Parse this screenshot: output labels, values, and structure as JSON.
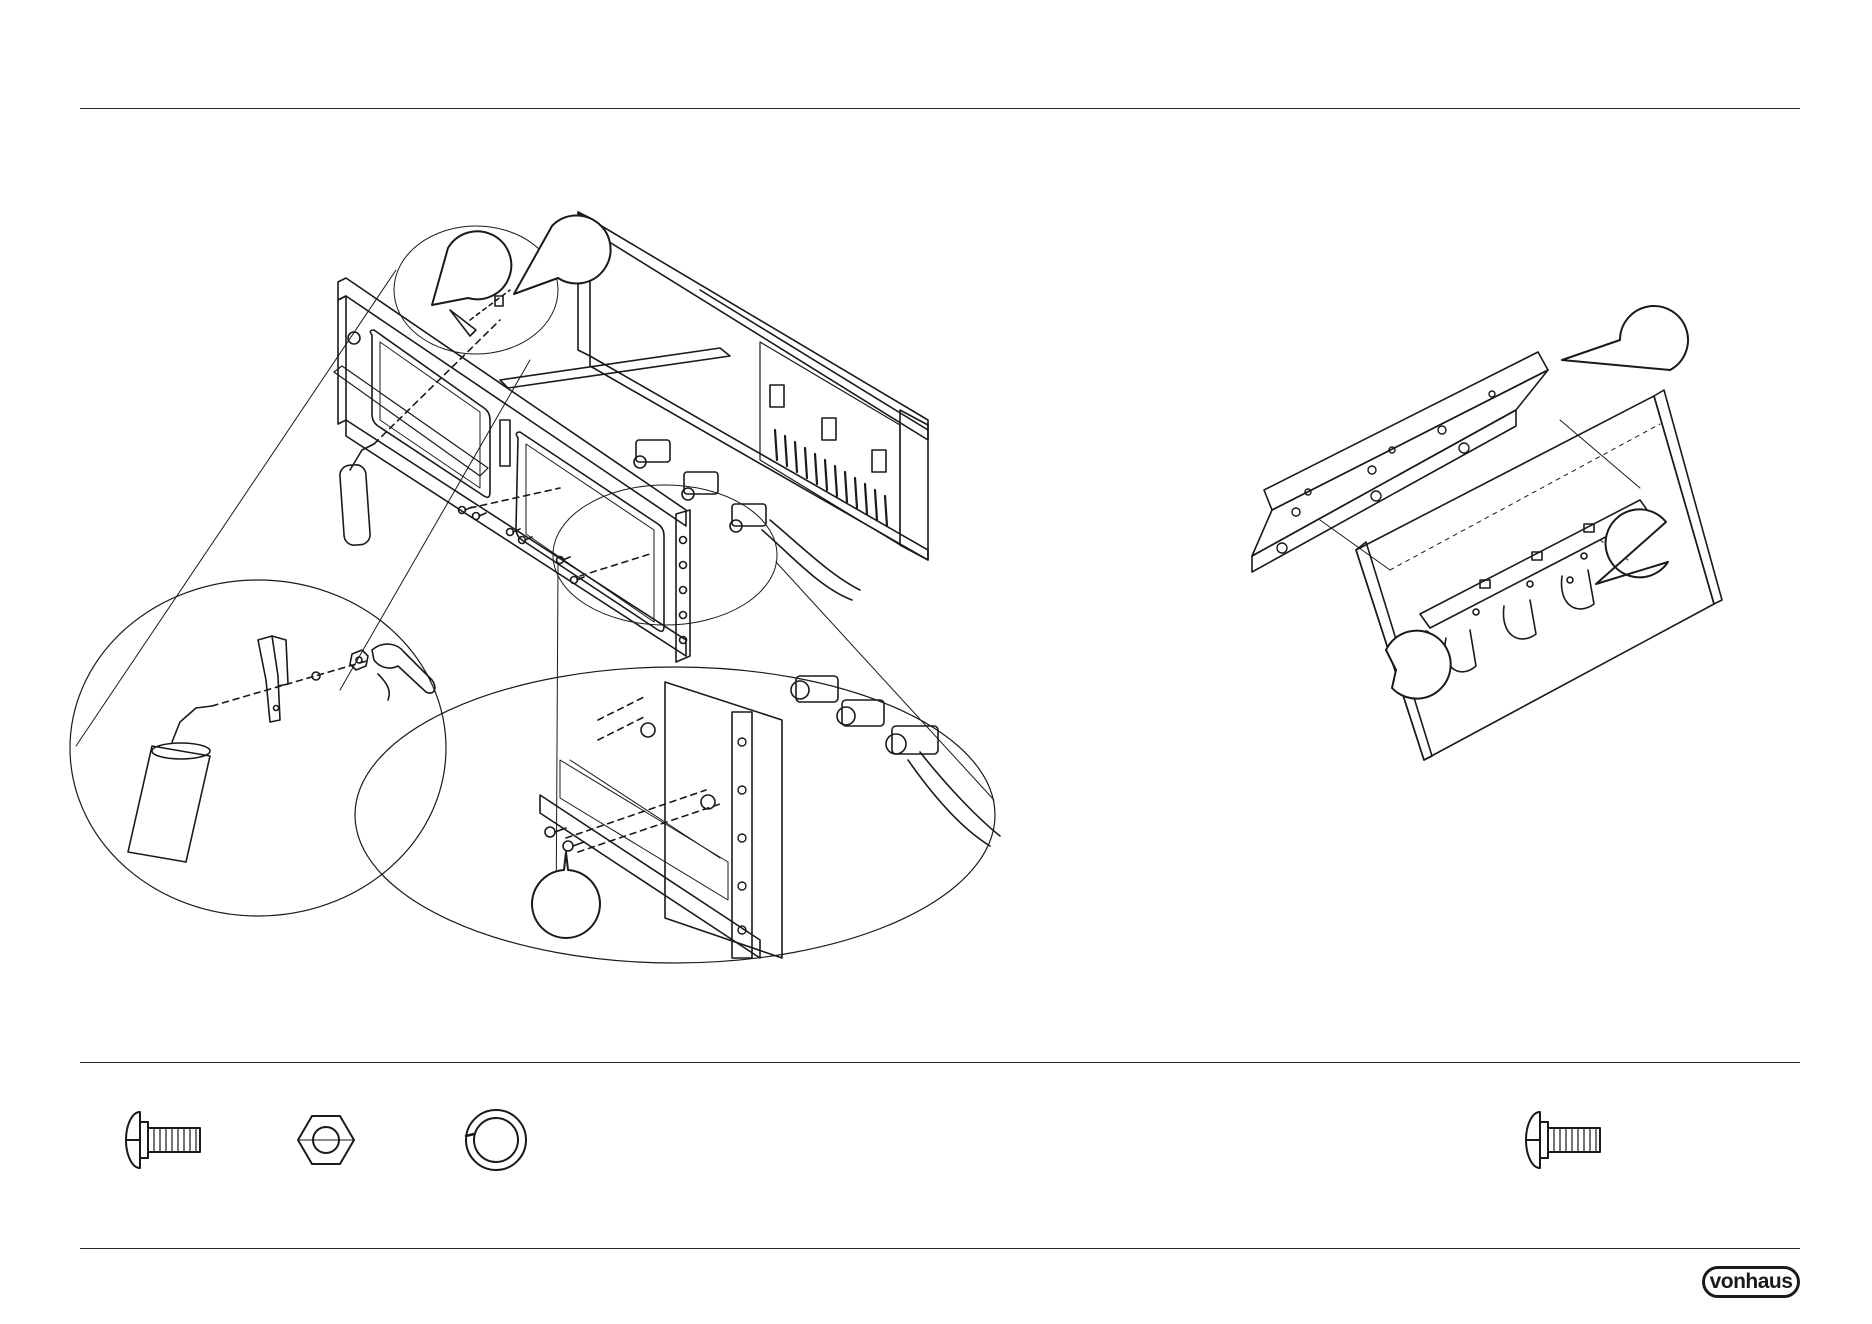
{
  "document": {
    "kind": "assembly instruction page",
    "brand": "vonhaus",
    "step_callouts": [
      {
        "id": "callout-1",
        "label": ""
      },
      {
        "id": "callout-2",
        "label": ""
      },
      {
        "id": "callout-3",
        "label": ""
      },
      {
        "id": "callout-4",
        "label": ""
      },
      {
        "id": "callout-5",
        "label": ""
      },
      {
        "id": "callout-6",
        "label": ""
      }
    ],
    "hardware": [
      {
        "name": "bolt",
        "label": ""
      },
      {
        "name": "hex-nut",
        "label": ""
      },
      {
        "name": "spring-washer",
        "label": ""
      },
      {
        "name": "bolt",
        "label": ""
      }
    ]
  },
  "colors": {
    "line": "#1a1a1a",
    "paper": "#ffffff"
  }
}
